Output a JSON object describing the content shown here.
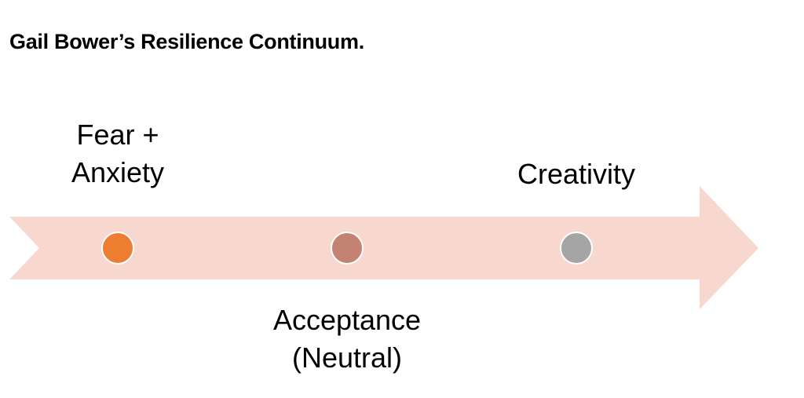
{
  "title": "Gail Bower’s Resilience Continuum.",
  "arrow": {
    "fill": "#f8d7cf",
    "direction": "left-to-right"
  },
  "stages": [
    {
      "line1": "Fear +",
      "line2": "Anxiety",
      "marker_color": "#ed7d31",
      "position": "above"
    },
    {
      "line1": "Acceptance",
      "line2": "(Neutral)",
      "marker_color": "#c48272",
      "position": "below"
    },
    {
      "line1": "Creativity",
      "line2": "",
      "marker_color": "#a5a5a5",
      "position": "above"
    }
  ]
}
